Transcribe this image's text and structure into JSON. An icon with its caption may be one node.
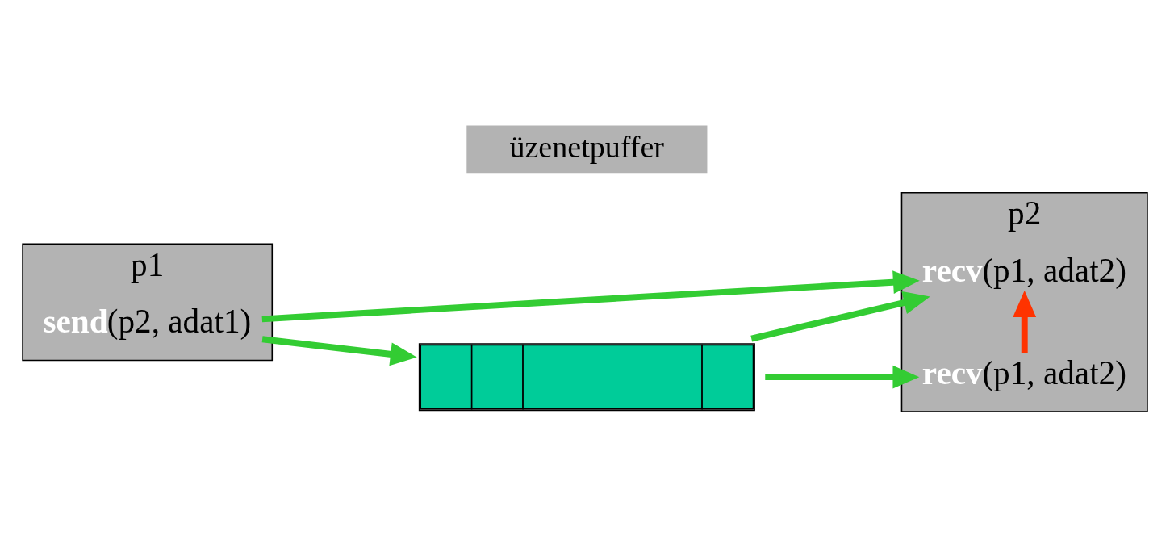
{
  "diagram": {
    "nodes": [
      {
        "text": [
          "p1"
        ]
      },
      {
        "text": [
          "**send**(p2, adat1)"
        ],
        "in": 0
      },
      {
        "text": [
          "p2"
        ]
      },
      {
        "text": [
          "**recv**(p1, adat2)"
        ],
        "in": 2
      },
      {
        "text": [
          "**recv**(p1, adat2)"
        ],
        "in": 2
      },
      {
        "text": [
          "üzenetpuffer"
        ]
      },
      {
        "text": [],
        "shape": "box"
      }
    ],
    "edges": [
      {
        "from": 1,
        "to": 6,
        "arrow": "to"
      },
      {
        "from": 1,
        "to": 4,
        "arrow": "to"
      },
      {
        "from": 6,
        "to": 3,
        "arrow": "to"
      },
      {
        "from": 6,
        "to": 4,
        "arrow": "to"
      },
      {
        "from": 3,
        "to": 4,
        "arrow": "to",
        "color": "#ff3300"
      }
    ]
  }
}
